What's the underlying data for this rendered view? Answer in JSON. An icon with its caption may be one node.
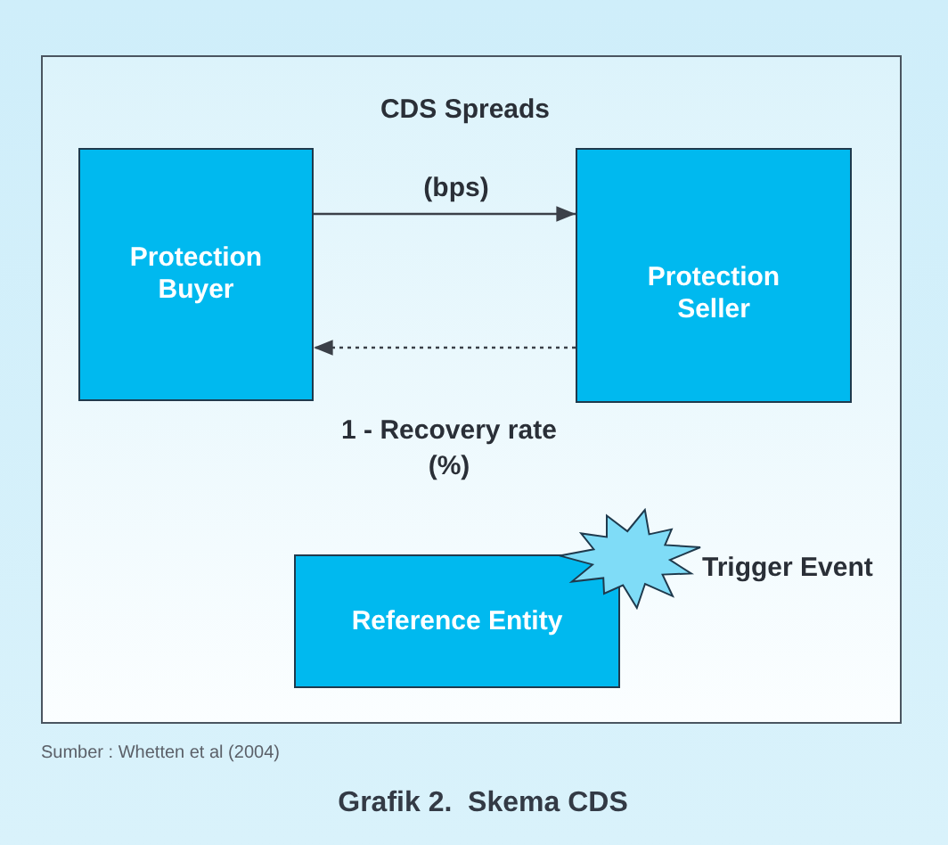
{
  "diagram": {
    "caption": "Grafik 2.  Skema CDS",
    "nodes": [
      {
        "text": [],
        "shape": "box"
      },
      {
        "text": [
          "Protection Buyer"
        ],
        "in": 0
      },
      {
        "text": [
          "Protection Seller"
        ],
        "in": 0
      },
      {
        "text": [
          "Reference Entity"
        ],
        "in": 0
      },
      {
        "text": [],
        "shape": "starburst",
        "in": 0,
        "beside": [
          "Trigger Event"
        ]
      }
    ],
    "edges": [
      {
        "from": 1,
        "to": 2,
        "arrow": "to",
        "label": "(bps)"
      },
      {
        "from": 2,
        "to": 1,
        "arrow": "to",
        "label": "1 - Recovery rate (%)",
        "style": "dashed"
      }
    ],
    "labels": [
      "CDS Spreads",
      "Sumber : Whetten et al (2004)"
    ]
  }
}
